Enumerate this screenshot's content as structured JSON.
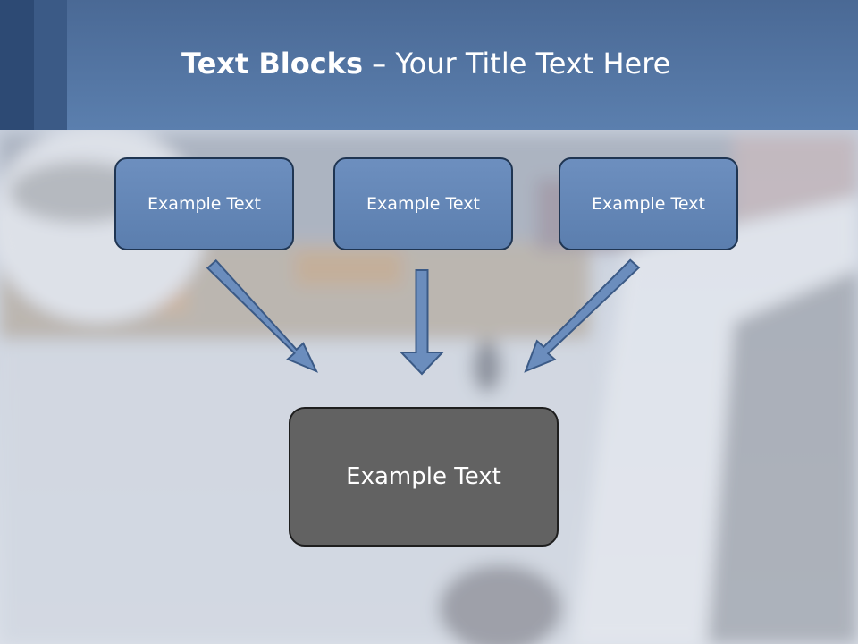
{
  "slide": {
    "title_bold": "Text Blocks",
    "title_rest": " – Your Title Text Here"
  },
  "blocks": {
    "top": [
      "Example Text",
      "Example Text",
      "Example Text"
    ],
    "bottom": "Example Text"
  },
  "colors": {
    "header": "#5b7fae",
    "block_fill": "#6a8cbc",
    "block_border": "#1f3552",
    "bottom_fill": "#626262",
    "arrow_fill": "#6b8dbd"
  }
}
